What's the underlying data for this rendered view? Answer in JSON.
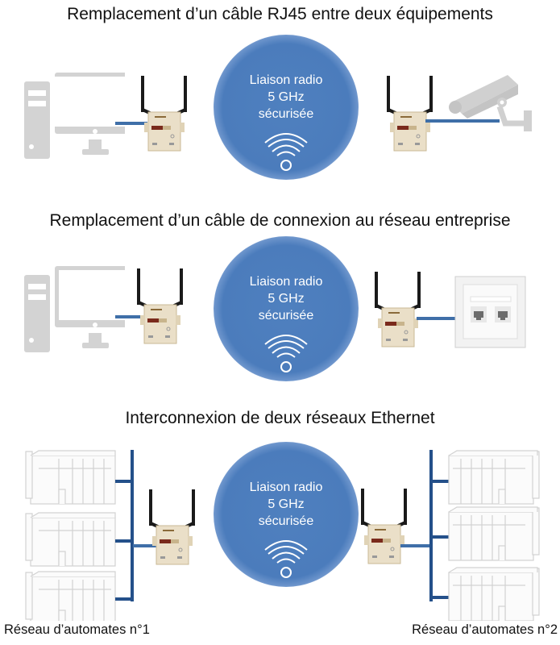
{
  "sections": [
    {
      "title": "Remplacement d’un câble RJ45 entre deux équipements",
      "left_device": "desktop-computer",
      "right_device": "surveillance-camera",
      "link": {
        "lines": [
          "Liaison radio",
          "5 GHz",
          "sécurisée"
        ],
        "icon": "wifi-icon"
      }
    },
    {
      "title": "Remplacement d’un câble de connexion au réseau entreprise",
      "left_device": "desktop-computer",
      "right_device": "wall-rj45-outlet",
      "link": {
        "lines": [
          "Liaison radio",
          "5 GHz",
          "sécurisée"
        ],
        "icon": "wifi-icon"
      }
    },
    {
      "title": "Interconnexion de deux réseaux Ethernet",
      "left_device": "plc-network",
      "right_device": "plc-network",
      "link": {
        "lines": [
          "Liaison radio",
          "5 GHz",
          "sécurisée"
        ],
        "icon": "wifi-icon"
      },
      "left_label": "Réseau d’automates n°1",
      "right_label": "Réseau d’automates n°2"
    }
  ],
  "colors": {
    "bubble": "#4b7cbc",
    "cable": "#3f6fa8",
    "bus": "#24508a",
    "device_grey": "#d2d2d2",
    "bridge_body": "#eadfc8"
  }
}
